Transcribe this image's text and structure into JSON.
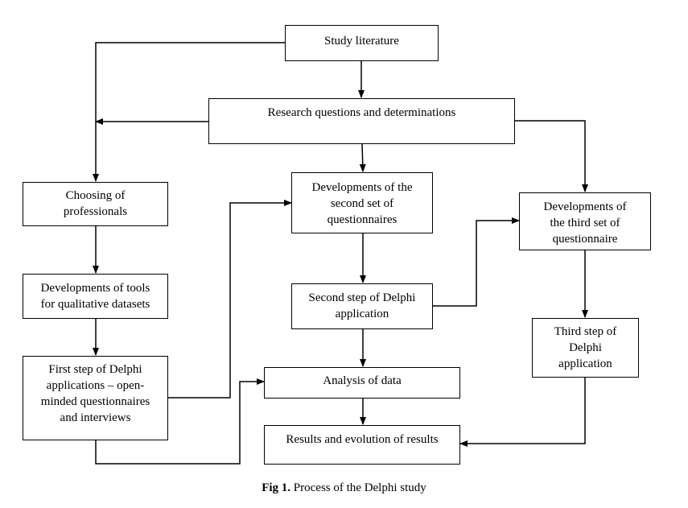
{
  "nodes": {
    "study_literature": "Study literature",
    "research_questions": "Research questions and determinations",
    "choosing_professionals": "Choosing of\nprofessionals",
    "second_set": "Developments of the\nsecond set of\nquestionnaires",
    "third_set": "Developments of\nthe third set of\nquestionnaire",
    "tools_qualitative": "Developments of tools\nfor qualitative datasets",
    "second_step": "Second step of Delphi\napplication",
    "third_step": "Third step of\nDelphi\napplication",
    "first_step": "First step of Delphi\napplications – open-\nminded questionnaires\nand interviews",
    "analysis": "Analysis of data",
    "results": "Results and evolution of results"
  },
  "caption": {
    "label": "Fig 1.",
    "text": " Process of the Delphi study"
  }
}
